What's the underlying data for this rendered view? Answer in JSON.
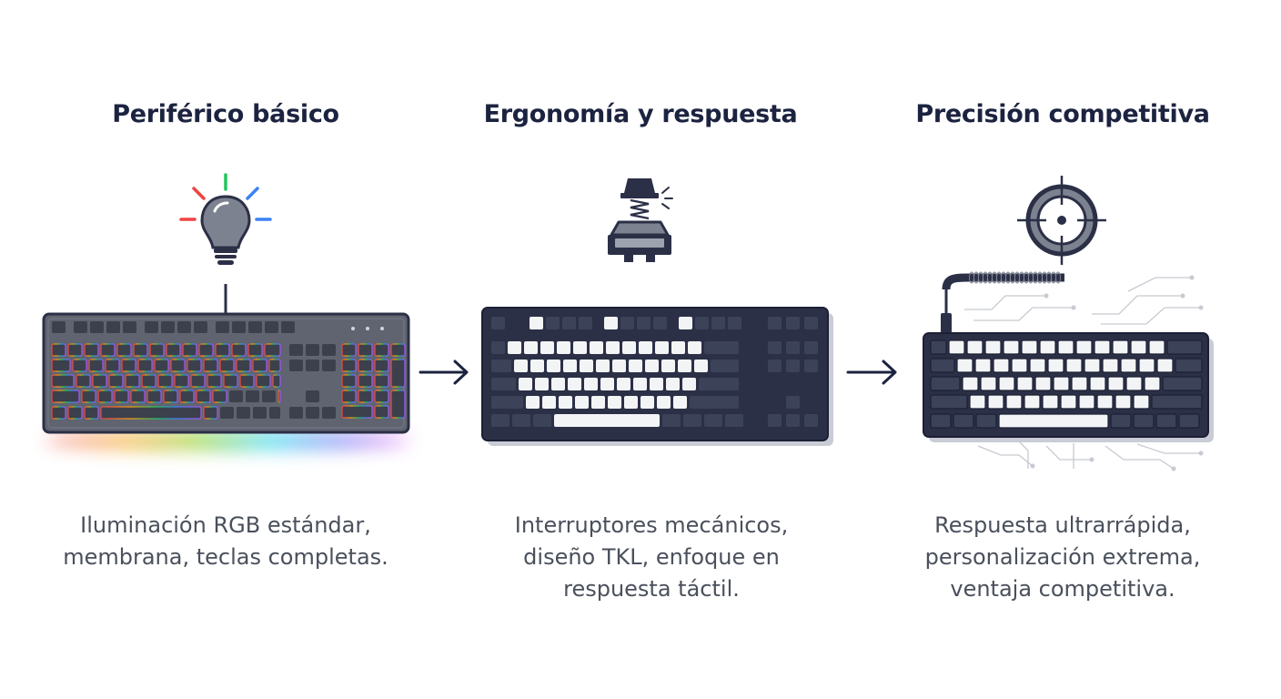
{
  "stages": [
    {
      "title": "Periférico básico",
      "icon": "lightbulb-icon",
      "keyboard": "full-size-rgb-keyboard",
      "description_lines": [
        "Iluminación RGB estándar,",
        "membrana, teclas completas."
      ]
    },
    {
      "title": "Ergonomía y respuesta",
      "icon": "mechanical-switch-icon",
      "keyboard": "tkl-mechanical-keyboard",
      "description_lines": [
        "Interruptores mecánicos,",
        "diseño TKL, enfoque en",
        "respuesta táctil."
      ]
    },
    {
      "title": "Precisión competitiva",
      "icon": "crosshair-icon",
      "keyboard": "compact-custom-keyboard",
      "description_lines": [
        "Respuesta ultrarrápida,",
        "personalización extrema,",
        "ventaja competitiva."
      ]
    }
  ],
  "connectors": [
    "arrow-right-icon",
    "arrow-right-icon"
  ],
  "colors": {
    "title": "#1c2340",
    "text": "#4a505c",
    "dark": "#2b3047",
    "keyboard_gray": "#5f6470",
    "key_light": "#f3f4f6",
    "rgb": [
      "#ef4444",
      "#f59e0b",
      "#22c55e",
      "#3b82f6",
      "#a855f7"
    ]
  }
}
